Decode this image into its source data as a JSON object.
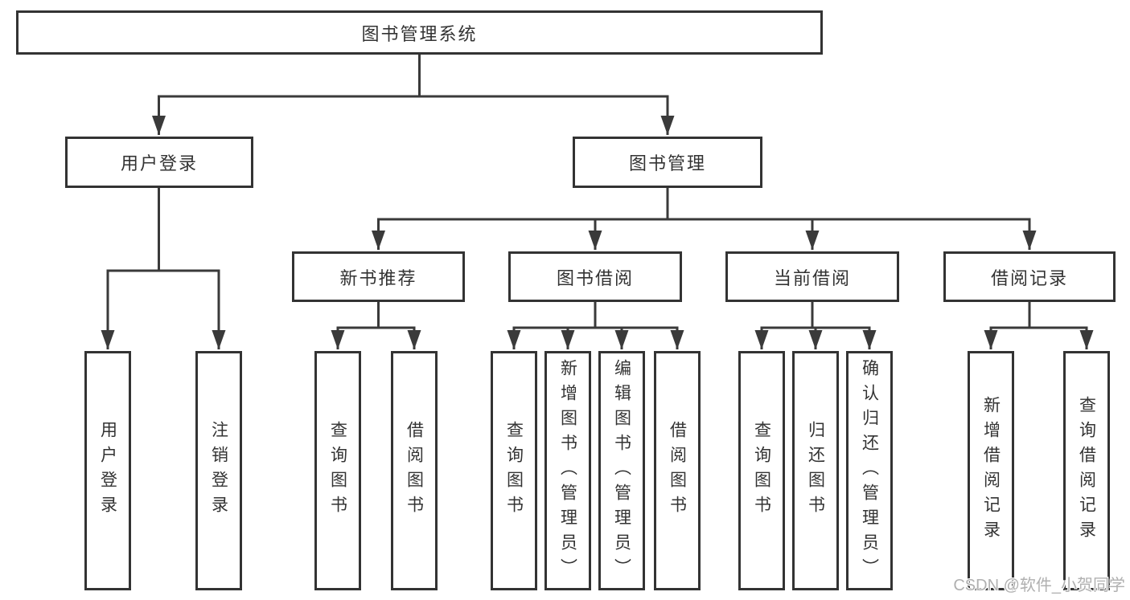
{
  "diagram_type": "hierarchy-structure-chart",
  "tree": {
    "label": "图书管理系统",
    "children": [
      {
        "label": "用户登录",
        "children": [
          {
            "label": "用户登录"
          },
          {
            "label": "注销登录"
          }
        ]
      },
      {
        "label": "图书管理",
        "children": [
          {
            "label": "新书推荐",
            "children": [
              {
                "label": "查询图书"
              },
              {
                "label": "借阅图书"
              }
            ]
          },
          {
            "label": "图书借阅",
            "children": [
              {
                "label": "查询图书"
              },
              {
                "label": "新增图书（管理员）"
              },
              {
                "label": "编辑图书（管理员）"
              },
              {
                "label": "借阅图书"
              }
            ]
          },
          {
            "label": "当前借阅",
            "children": [
              {
                "label": "查询图书"
              },
              {
                "label": "归还图书"
              },
              {
                "label": "确认归还（管理员）"
              }
            ]
          },
          {
            "label": "借阅记录",
            "children": [
              {
                "label": "新增借阅记录"
              },
              {
                "label": "查询借阅记录"
              }
            ]
          }
        ]
      }
    ]
  },
  "watermark": {
    "text": "CSDN @软件_小贺同学"
  },
  "colors": {
    "background": "#ffffff",
    "box_border": "#333333",
    "connector_line": "#3a3a3a",
    "text": "#333333",
    "watermark_text": "#b0b0b0"
  }
}
